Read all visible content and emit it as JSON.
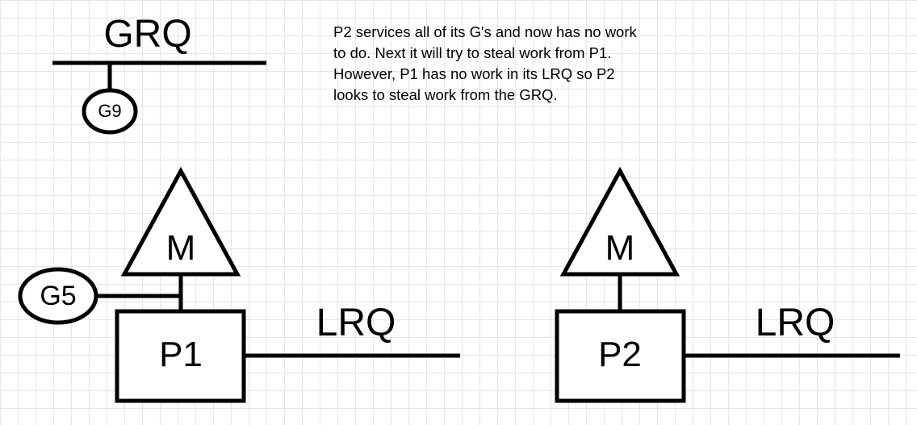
{
  "colors": {
    "stroke": "#000000",
    "background": "#ffffff",
    "grid": "#e6e6e6"
  },
  "labels": {
    "grq": "GRQ",
    "g9": "G9",
    "g5": "G5",
    "m_left": "M",
    "m_right": "M",
    "p1": "P1",
    "p2": "P2",
    "lrq_left": "LRQ",
    "lrq_right": "LRQ"
  },
  "note": {
    "lines": [
      "P2 services all of its G's and now has no work",
      "to do. Next it will try to steal work from P1.",
      "However, P1 has no work in its LRQ so P2",
      "looks to steal work from the GRQ."
    ]
  }
}
